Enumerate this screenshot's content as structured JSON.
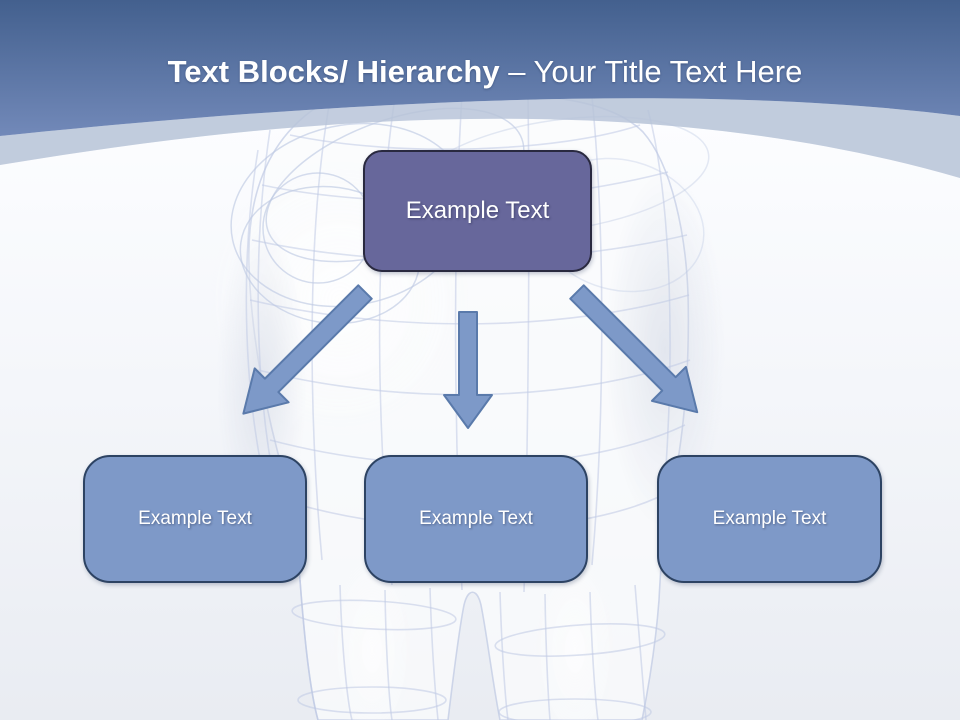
{
  "title": {
    "bold": "Text Blocks/ Hierarchy",
    "rest": " – Your Title Text Here"
  },
  "hierarchy": {
    "root": {
      "label": "Example Text"
    },
    "children": [
      {
        "label": "Example Text"
      },
      {
        "label": "Example Text"
      },
      {
        "label": "Example Text"
      }
    ]
  },
  "background": {
    "illustration": "wireframe-tooth-illustration"
  },
  "colors": {
    "header_top": "#43608e",
    "header_bottom": "#7289b9",
    "band": "#b7c3d8",
    "dome_top": "#fcfdff",
    "dome_bottom": "#e9ecf2",
    "page_bg": "#edf0f5",
    "title_text": "#ffffff",
    "root_box_fill": "#67679b",
    "root_box_border": "#29293f",
    "child_box_fill": "#7e99c8",
    "child_box_border": "#2d4363",
    "arrow_fill": "#7d99c8",
    "arrow_stroke": "#5a7aab",
    "wireframe": "#b9c5e1"
  }
}
